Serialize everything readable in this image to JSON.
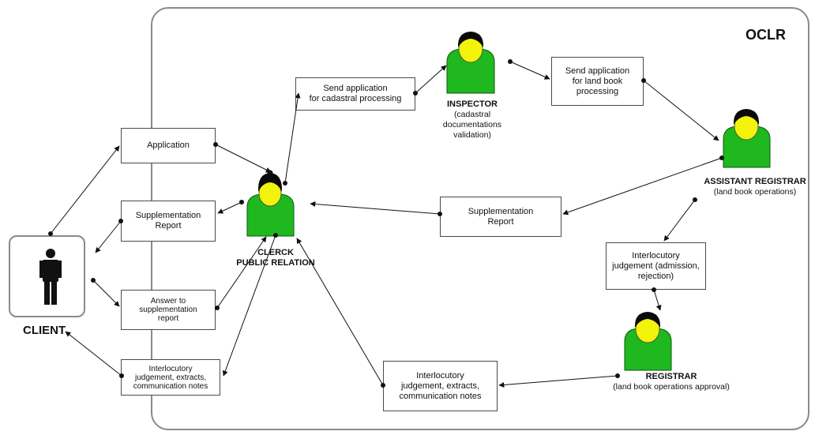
{
  "system_label": "OCLR",
  "actors": {
    "client": {
      "label": "CLIENT"
    },
    "clerck": {
      "label": "CLERCK\nPUBLIC RELATION"
    },
    "inspector": {
      "label": "INSPECTOR",
      "sub": "(cadastral\ndocumentations\nvalidation)"
    },
    "assistant_registrar": {
      "label": "ASSISTANT REGISTRAR",
      "sub": "(land book operations)"
    },
    "registrar": {
      "label": "REGISTRAR",
      "sub": "(land book operations approval)"
    }
  },
  "boxes": {
    "application": "Application",
    "supplementation_report_left": "Supplementation\nReport",
    "answer_supplementation": "Answer to\nsupplementation\nreport",
    "interlocutory_left": "Interlocutory\njudgement, extracts,\ncommunication notes",
    "send_cadastral": "Send application\nfor cadastral processing",
    "send_land_book": "Send application\nfor land book\nprocessing",
    "supplementation_report_right": "Supplementation\nReport",
    "interlocutory_admission": "Interlocutory\njudgement (admission,\nrejection)",
    "interlocutory_bottom": "Interlocutory\njudgement, extracts,\ncommunication notes"
  },
  "colors": {
    "person_green": "#1fb81f",
    "person_face": "#f2f20a",
    "hair": "#0a0a0a",
    "frame": "#8a8a8a"
  }
}
